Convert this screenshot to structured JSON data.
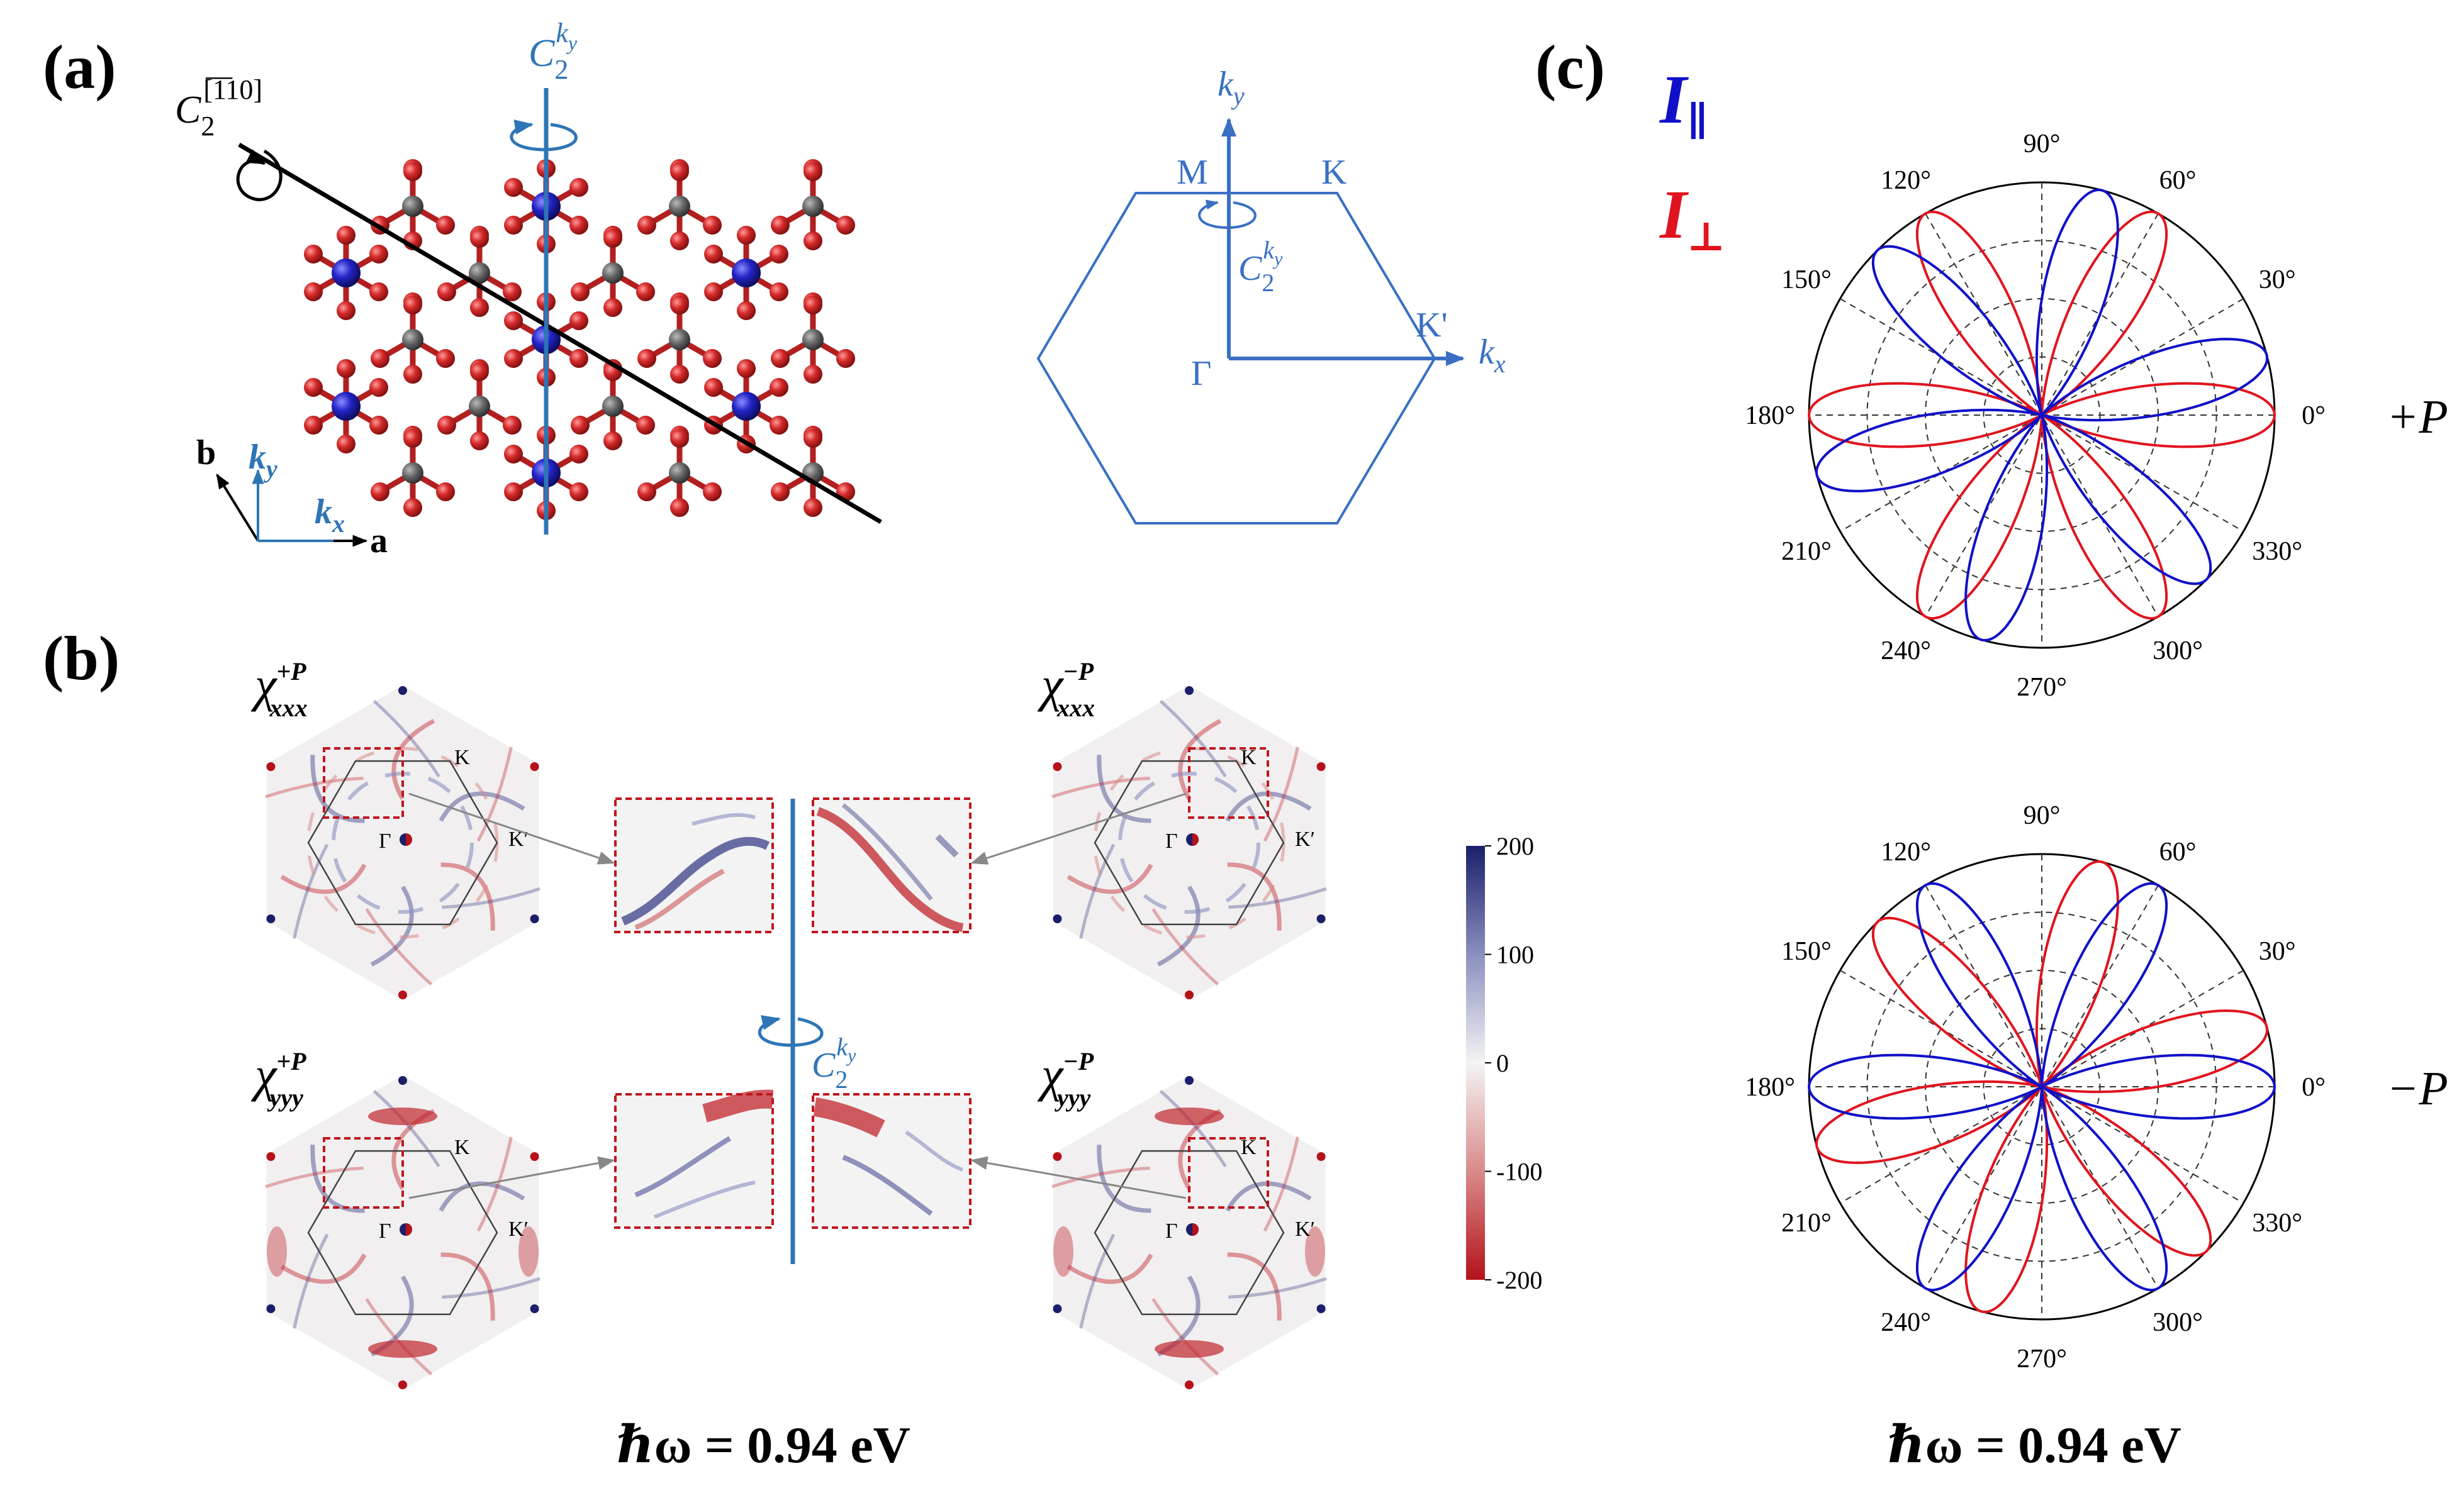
{
  "panels": {
    "a": "(a)",
    "b": "(b)",
    "c": "(c)"
  },
  "a": {
    "c2_110_base": "C",
    "c2_110_sub": "2",
    "c2_110_sup": "[̅1̅10]",
    "c2ky_base": "C",
    "c2ky_sub": "2",
    "c2ky_sup": "k",
    "c2ky_supsub": "y",
    "axis_b": "b",
    "axis_a": "a",
    "axis_ky": "k",
    "axis_ky_sub": "y",
    "axis_kx": "k",
    "axis_kx_sub": "x",
    "bz_M": "M",
    "bz_K": "K",
    "bz_Kp": "K'",
    "bz_Gamma": "Γ",
    "bz_ky": "k",
    "bz_ky_sub": "y",
    "bz_kx": "k",
    "bz_kx_sub": "x"
  },
  "b": {
    "maps": [
      {
        "label": "χ",
        "sup": "+P",
        "sub": "xxx"
      },
      {
        "label": "χ",
        "sup": "−P",
        "sub": "xxx"
      },
      {
        "label": "χ",
        "sup": "+P",
        "sub": "yyy"
      },
      {
        "label": "χ",
        "sup": "−P",
        "sub": "yyy"
      }
    ],
    "hex_K": "K",
    "hex_Kp": "K′",
    "hex_Gamma": "Γ",
    "colorbar": {
      "ticks": [
        "200",
        "100",
        "0",
        "-100",
        "-200"
      ],
      "min": -200,
      "max": 200,
      "colors": [
        "#1b1f6a",
        "#f2f2f2",
        "#b5121b"
      ]
    },
    "energy": "ℏω = 0.94 eV"
  },
  "c": {
    "legend_par": "I",
    "legend_par_sub": "∥",
    "legend_perp": "I",
    "legend_perp_sub": "⊥",
    "colors": {
      "par": "#1010c8",
      "perp": "#e0141e"
    },
    "angle_labels": [
      "0°",
      "30°",
      "60°",
      "90°",
      "120°",
      "150°",
      "180°",
      "210°",
      "240°",
      "270°",
      "300°",
      "330°"
    ],
    "plots": [
      {
        "tag": "+P",
        "par_phase_deg": 15,
        "perp_phase_deg": 0
      },
      {
        "tag": "−P",
        "par_phase_deg": 0,
        "perp_phase_deg": 15
      }
    ],
    "energy": "ℏω = 0.94 eV"
  },
  "chart_data": {
    "type": "polar",
    "title": "",
    "series": [
      {
        "name": "I∥ (+P)",
        "function": "cos^2(3(θ - 15°))"
      },
      {
        "name": "I⊥ (+P)",
        "function": "cos^2(3θ)"
      },
      {
        "name": "I∥ (−P)",
        "function": "cos^2(3θ)"
      },
      {
        "name": "I⊥ (−P)",
        "function": "cos^2(3(θ - 15°))"
      }
    ],
    "theta_ticks_deg": [
      0,
      30,
      60,
      90,
      120,
      150,
      180,
      210,
      240,
      270,
      300,
      330
    ]
  }
}
